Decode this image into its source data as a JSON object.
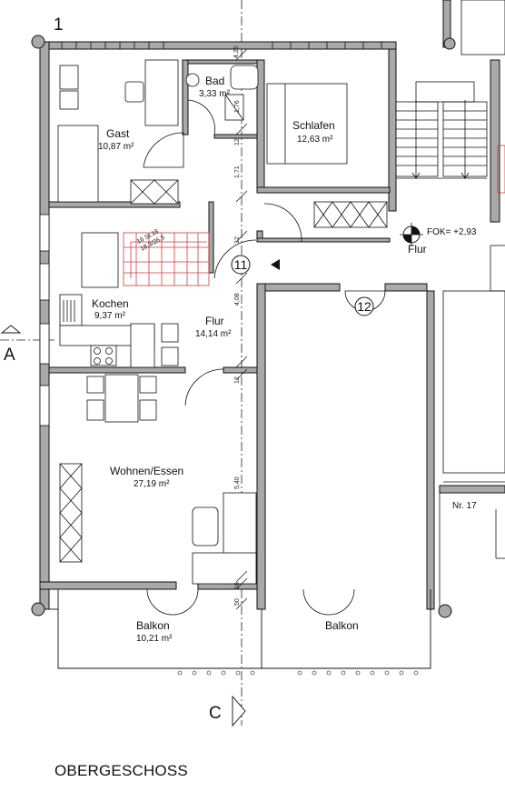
{
  "floor_title": "OBERGESCHOSS",
  "axis_label": "1",
  "section_marks": {
    "a": "A",
    "c": "C"
  },
  "rooms": {
    "gast": {
      "name": "Gast",
      "area": "10,87 m²"
    },
    "bad": {
      "name": "Bad",
      "area": "3,33 m²"
    },
    "schlafen": {
      "name": "Schlafen",
      "area": "12,63 m²"
    },
    "kochen": {
      "name": "Kochen",
      "area": "9,37 m²"
    },
    "flur": {
      "name": "Flur",
      "area": "14,14 m²"
    },
    "wohnen": {
      "name": "Wohnen/Essen",
      "area": "27,19 m²"
    },
    "balkon1": {
      "name": "Balkon",
      "area": "10,21 m²"
    },
    "balkon2": {
      "name": "Balkon"
    },
    "flur_stair": {
      "name": "Flur"
    }
  },
  "stair_text": {
    "line1": "16 St.18",
    "line2": "18,3/26,5"
  },
  "unit_markers": {
    "m11": "11",
    "m12": "12"
  },
  "fok_label": "FOK= +2,93",
  "neighbor_label": "Nr. 17",
  "dims": {
    "d1": "1,76",
    "d2": "1,71",
    "d3": "12",
    "d4": "12",
    "d5": "12",
    "d6": "4,08",
    "d7": "5,40",
    "d8": "50",
    "d9": "16",
    "d10": "4,25"
  },
  "colors": {
    "wall": "#a9a9a9",
    "line": "#111111",
    "stair": "#d23a3a",
    "bg": "#ffffff"
  }
}
